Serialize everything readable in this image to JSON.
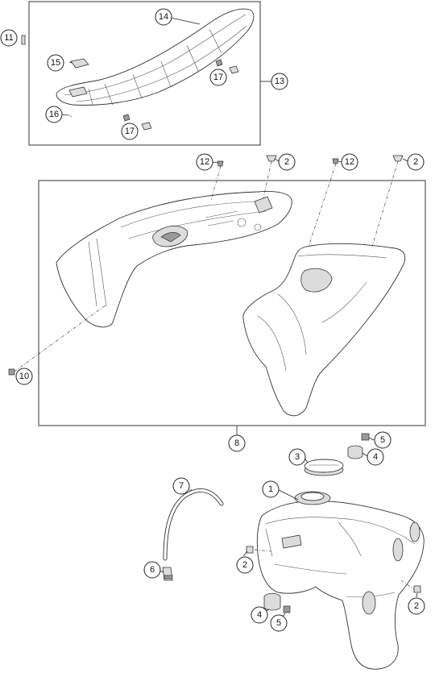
{
  "callouts": {
    "c11": "11",
    "c14": "14",
    "c15": "15",
    "c17a": "17",
    "c13": "13",
    "c16": "16",
    "c17b": "17",
    "c12a": "12",
    "c2a": "2",
    "c12b": "12",
    "c2b": "2",
    "c10": "10",
    "c8": "8",
    "c5a": "5",
    "c3": "3",
    "c4a": "4",
    "c7": "7",
    "c1": "1",
    "c2c": "2",
    "c6": "6",
    "c2d": "2",
    "c4b": "4",
    "c5b": "5"
  }
}
